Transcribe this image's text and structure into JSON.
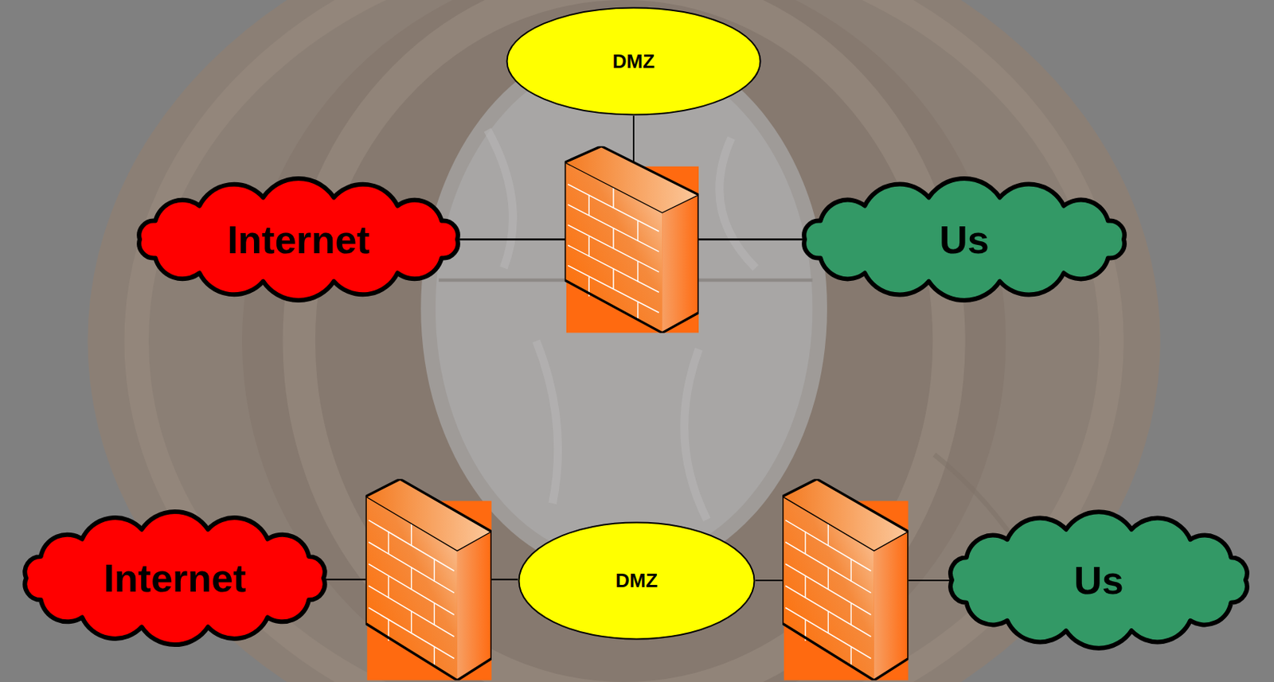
{
  "diagram": {
    "nodes": [
      {
        "text": [
          "DMZ"
        ]
      },
      {
        "text": [
          "Internet"
        ]
      },
      {
        "text": [
          "Us"
        ]
      },
      {
        "text": [
          "Internet"
        ]
      },
      {
        "text": [
          "DMZ"
        ]
      },
      {
        "text": [
          "Us"
        ]
      }
    ],
    "edges": [
      {
        "from": 1,
        "to": 2,
        "arrow": "none"
      },
      {
        "from": 1,
        "to": 0,
        "arrow": "none"
      },
      {
        "from": 0,
        "to": 2,
        "arrow": "none"
      },
      {
        "from": 3,
        "to": 4,
        "arrow": "none"
      },
      {
        "from": 4,
        "to": 5,
        "arrow": "none"
      }
    ]
  }
}
